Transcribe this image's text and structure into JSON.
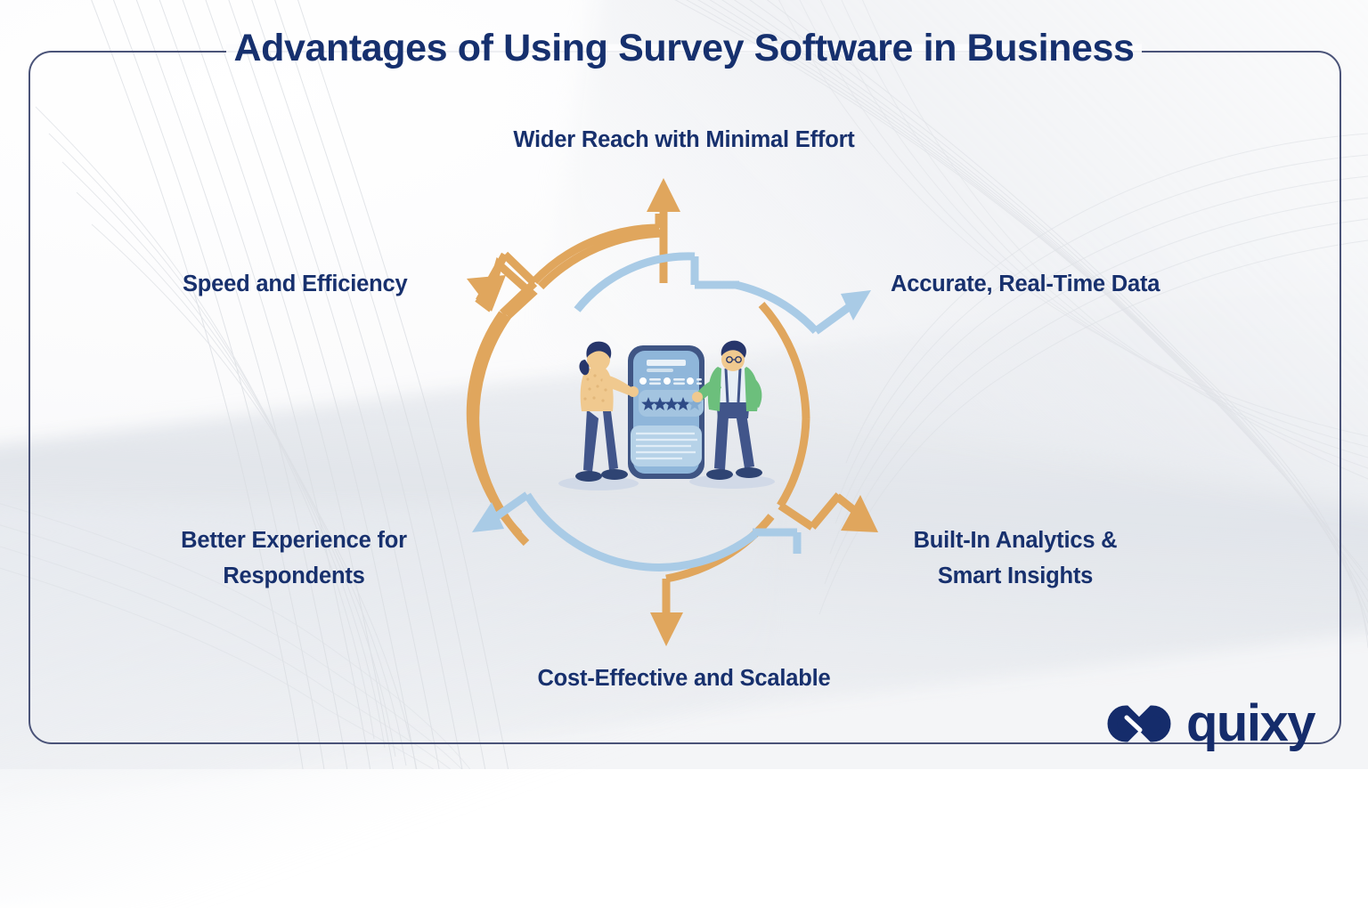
{
  "page": {
    "title": "Advantages of Using Survey Software in Business",
    "accent_orange": "#e0a65d",
    "accent_blue": "#a9cbe6",
    "navy": "#16306e"
  },
  "diagram": {
    "center_illustration": "survey-rating-illustration",
    "labels": [
      {
        "id": "wider-reach",
        "text": "Wider Reach with Minimal Effort",
        "position": "top",
        "arrow_color": "#e0a65d"
      },
      {
        "id": "accurate-real-time",
        "text": "Accurate, Real-Time Data",
        "position": "right",
        "arrow_color": "#a9cbe6"
      },
      {
        "id": "built-in-analytics",
        "text": "Built-In Analytics &\nSmart Insights",
        "position": "bottom-right",
        "arrow_color": "#e0a65d"
      },
      {
        "id": "cost-effective",
        "text": "Cost-Effective and Scalable",
        "position": "bottom",
        "arrow_color": "#e0a65d"
      },
      {
        "id": "better-experience",
        "text": "Better Experience for\nRespondents",
        "position": "bottom-left",
        "arrow_color": "#a9cbe6"
      },
      {
        "id": "speed-efficiency",
        "text": "Speed and Efficiency",
        "position": "left",
        "arrow_color": "#e0a65d"
      }
    ],
    "illustration": {
      "phone": "smartphone-survey-screen",
      "rating_stars_total": 5,
      "rating_stars_filled": 4,
      "person_left": "woman-tapping-phone",
      "person_right": "man-with-green-jacket"
    }
  },
  "branding": {
    "logo_mark": "quixy-infinity-logo-icon",
    "logo_text": "quixy"
  }
}
